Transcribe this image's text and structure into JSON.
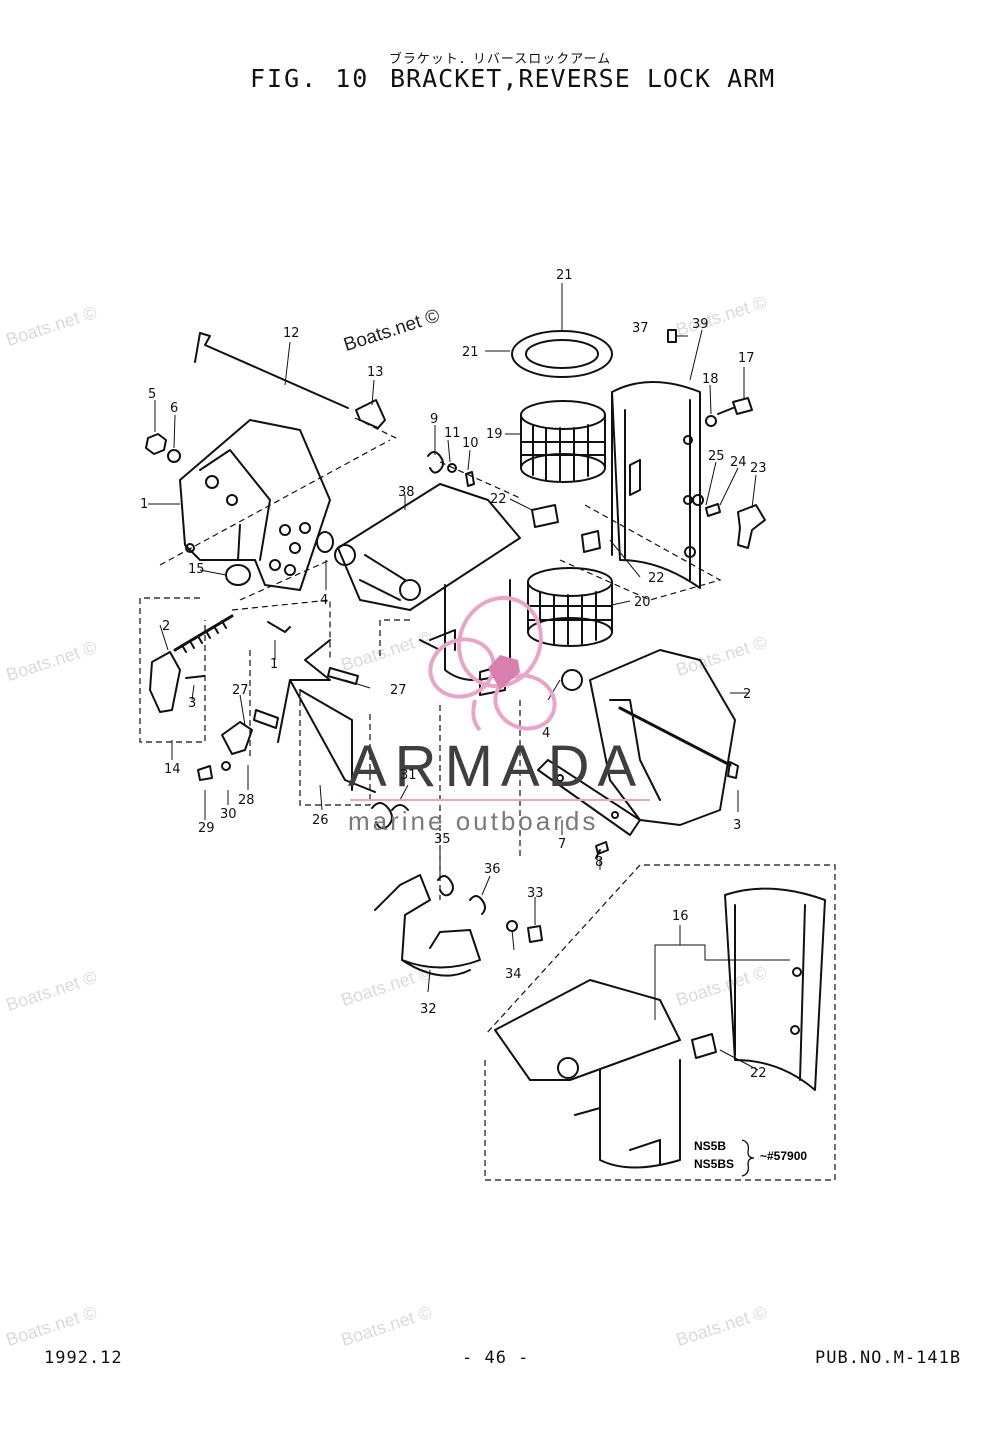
{
  "header": {
    "japanese_title": "ブラケット．リバースロックアーム",
    "fig_label": "FIG. 10",
    "title": "BRACKET,REVERSE LOCK ARM"
  },
  "footer": {
    "date": "1992.12",
    "page": "- 46 -",
    "pub_no": "PUB.NO.M-141B"
  },
  "watermarks": {
    "site": "Boats.net ©",
    "logo_name": "ARMADA",
    "logo_tagline": "marine outboards",
    "logo_accent": "#e7a6c8"
  },
  "callouts": {
    "n1": "1",
    "n2": "2",
    "n3": "3",
    "n4": "4",
    "n5": "5",
    "n6": "6",
    "n7": "7",
    "n8": "8",
    "n9": "9",
    "n10": "10",
    "n11": "11",
    "n12": "12",
    "n13": "13",
    "n14": "14",
    "n15": "15",
    "n16": "16",
    "n17": "17",
    "n18": "18",
    "n19": "19",
    "n20": "20",
    "n21": "21",
    "n22": "22",
    "n23": "23",
    "n24": "24",
    "n25": "25",
    "n26": "26",
    "n27": "27",
    "n28": "28",
    "n29": "29",
    "n30": "30",
    "n31": "31",
    "n32": "32",
    "n33": "33",
    "n34": "34",
    "n35": "35",
    "n36": "36",
    "n37": "37",
    "n38": "38",
    "n39": "39"
  },
  "inset": {
    "model_a": "NS5B",
    "model_b": "NS5BS",
    "serial_note": "~#57900"
  }
}
